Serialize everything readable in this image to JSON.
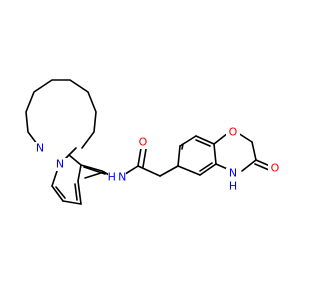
{
  "molecule": {
    "colors": {
      "bond": "#000000",
      "nitrogen": "#0000ff",
      "oxygen": "#ff0000",
      "background": "#ffffff"
    },
    "atoms": {
      "n_azocane": "N",
      "n_pyridine": "N",
      "n_amide": "H N",
      "o_amide": "O",
      "o_ring": "O",
      "o_lactam": "O",
      "n_lactam_h": "H",
      "n_lactam": "N"
    }
  }
}
